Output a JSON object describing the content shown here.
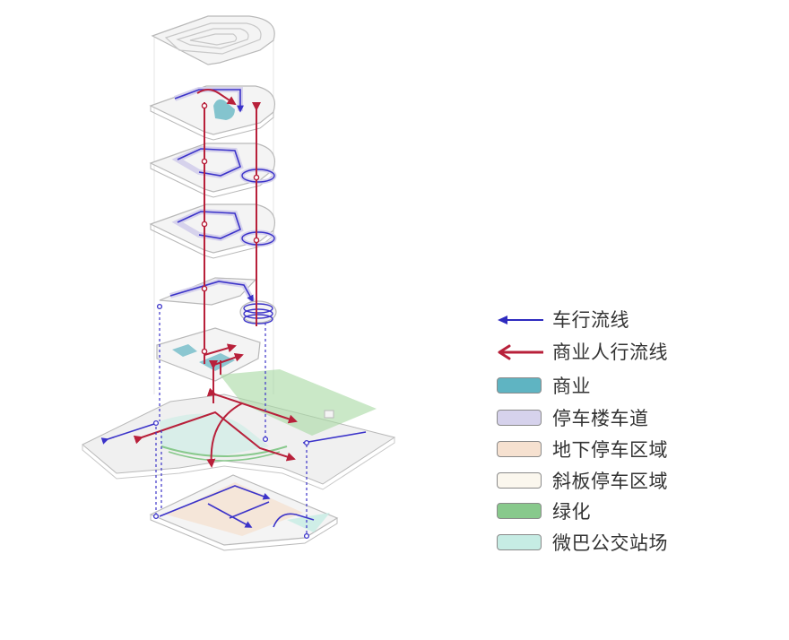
{
  "legend": {
    "items": [
      {
        "kind": "arrow",
        "label": "车行流线",
        "color": "#2e2bbf"
      },
      {
        "kind": "arrow",
        "label": "商业人行流线",
        "color": "#b8203a"
      },
      {
        "kind": "swatch",
        "label": "商业",
        "color": "#5fb4c2"
      },
      {
        "kind": "swatch",
        "label": "停车楼车道",
        "color": "#d6d2ec"
      },
      {
        "kind": "swatch",
        "label": "地下停车区域",
        "color": "#f6e1d0"
      },
      {
        "kind": "swatch",
        "label": "斜板停车区域",
        "color": "#fbf7ee"
      },
      {
        "kind": "swatch",
        "label": "绿化",
        "color": "#88c98c"
      },
      {
        "kind": "swatch",
        "label": "微巴公交站场",
        "color": "#c6ece4"
      }
    ]
  },
  "diagram": {
    "vehicle_color": "#3b33c9",
    "pedestrian_color": "#b8203a",
    "commercial_color": "#5fb4c2",
    "lane_color": "#d6d2ec",
    "basement_color": "#f6e1d0",
    "green_color": "#a7d9a2",
    "bus_color": "#c6ece4",
    "floor_color": "#f4f4f4",
    "floor_stroke": "#b9b9b9"
  }
}
